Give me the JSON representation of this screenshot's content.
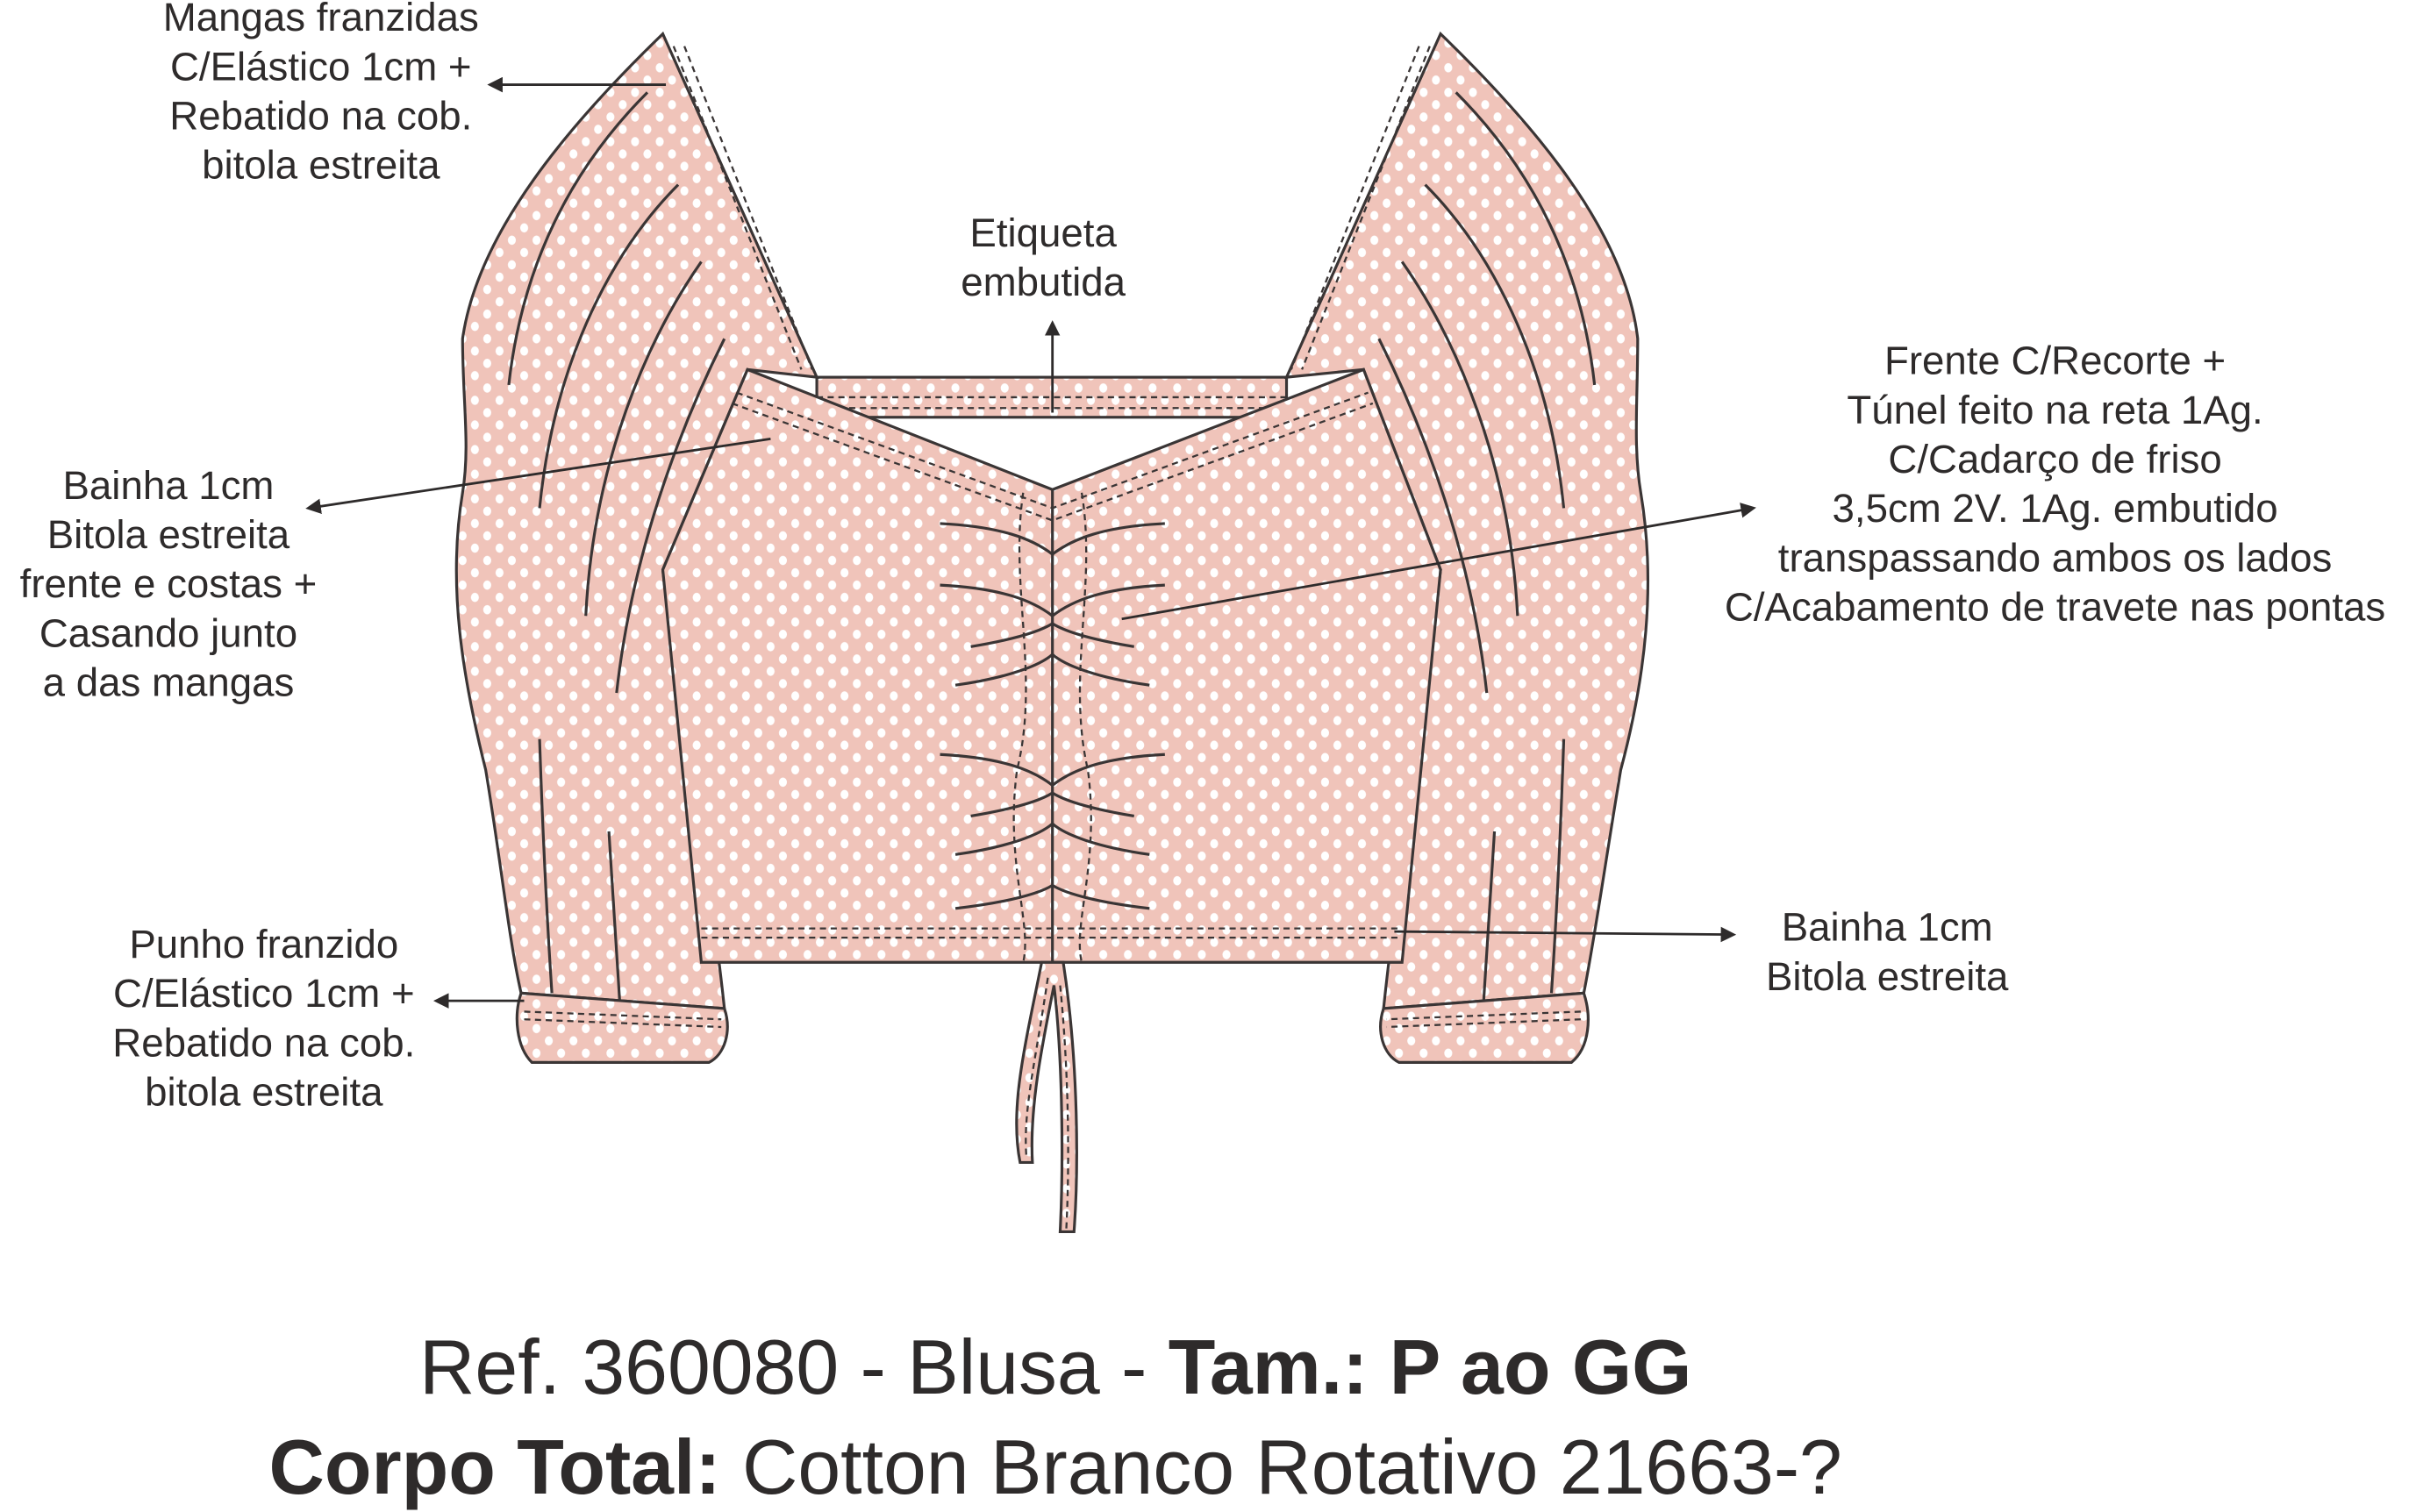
{
  "annotations": {
    "sleeves": [
      "Mangas franzidas",
      "C/Elástico 1cm +",
      "Rebatido na cob.",
      "bitola estreita"
    ],
    "label": [
      "Etiqueta",
      "embutida"
    ],
    "front": [
      "Frente C/Recorte +",
      "Túnel feito na reta 1Ag.",
      "C/Cadarço de friso",
      "3,5cm 2V. 1Ag. embutido",
      "transpassando ambos os lados",
      "C/Acabamento de travete nas pontas"
    ],
    "neck_hem": [
      "Bainha 1cm",
      "Bitola estreita",
      "frente e  costas +",
      "Casando junto",
      "a das mangas"
    ],
    "cuff": [
      "Punho franzido",
      "C/Elástico 1cm +",
      "Rebatido na cob.",
      "bitola estreita"
    ],
    "bottom_hem": [
      "Bainha 1cm",
      "Bitola estreita"
    ]
  },
  "title": {
    "line1_regular": "Ref. 360080 - Blusa - ",
    "line1_bold": "Tam.: P ao GG",
    "line2_bold": "Corpo Total:",
    "line2_regular": " Cotton Branco Rotativo 21663-?"
  },
  "colors": {
    "fabric": "#f0c4ba",
    "dots": "#ffffff",
    "line": "#3a3535"
  }
}
